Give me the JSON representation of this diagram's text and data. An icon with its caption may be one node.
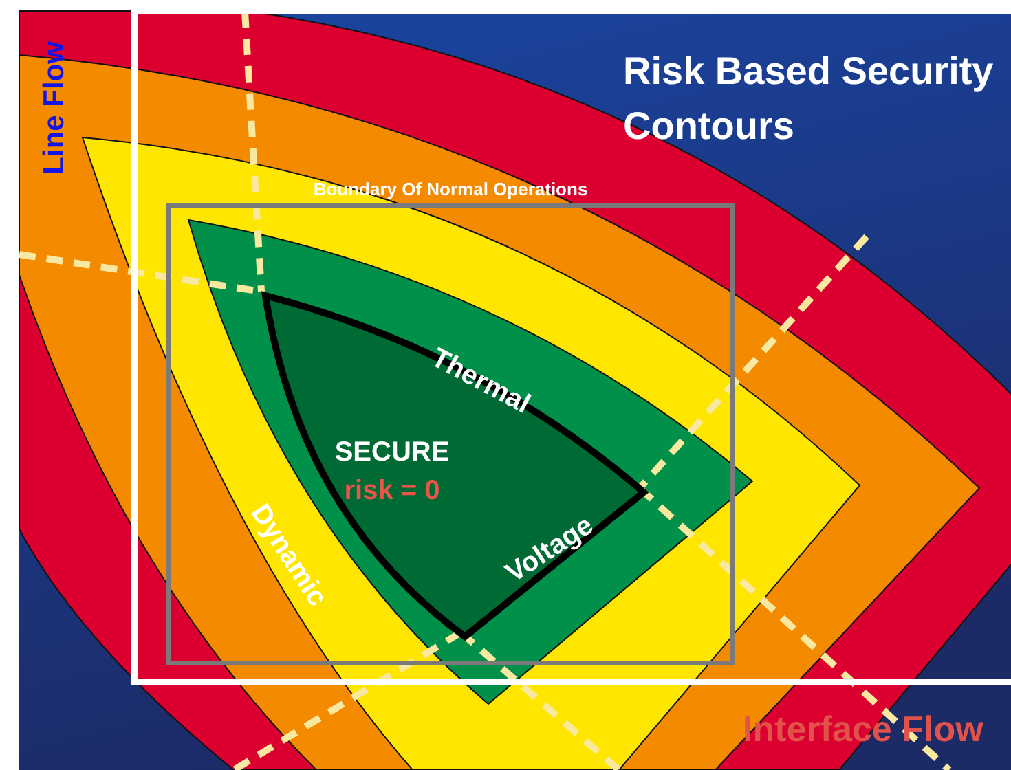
{
  "diagram": {
    "title": "Risk Based Security Contours",
    "nodes": [
      {
        "text": [
          "Boundary Of Normal Operations"
        ]
      },
      {
        "text": [
          "SECURE",
          "risk = 0"
        ],
        "in": 0
      }
    ],
    "labels": [
      "Line Flow",
      "Thermal",
      "Dynamic",
      "Voltage",
      "Interface Flow"
    ]
  }
}
